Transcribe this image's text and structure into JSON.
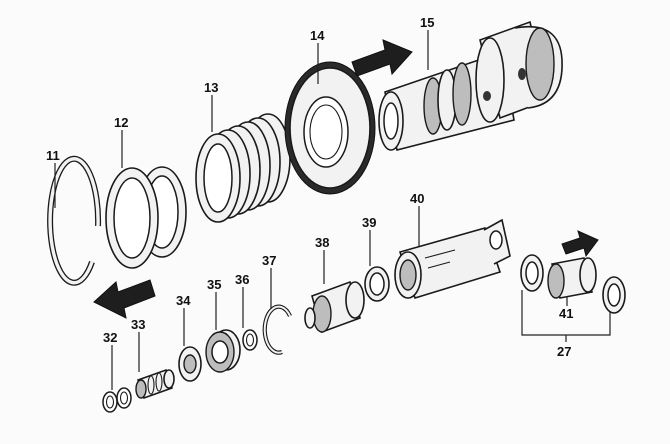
{
  "diagram": {
    "callouts": [
      {
        "id": "11",
        "label": "11"
      },
      {
        "id": "12",
        "label": "12"
      },
      {
        "id": "13",
        "label": "13"
      },
      {
        "id": "14",
        "label": "14"
      },
      {
        "id": "15",
        "label": "15"
      },
      {
        "id": "27",
        "label": "27"
      },
      {
        "id": "32",
        "label": "32"
      },
      {
        "id": "33",
        "label": "33"
      },
      {
        "id": "34",
        "label": "34"
      },
      {
        "id": "35",
        "label": "35"
      },
      {
        "id": "36",
        "label": "36"
      },
      {
        "id": "37",
        "label": "37"
      },
      {
        "id": "38",
        "label": "38"
      },
      {
        "id": "39",
        "label": "39"
      },
      {
        "id": "40",
        "label": "40"
      },
      {
        "id": "41",
        "label": "41"
      }
    ],
    "arrows": [
      {
        "id": "upper-right",
        "direction": "right"
      },
      {
        "id": "lower-right",
        "direction": "right"
      },
      {
        "id": "lower-left",
        "direction": "left"
      }
    ]
  }
}
